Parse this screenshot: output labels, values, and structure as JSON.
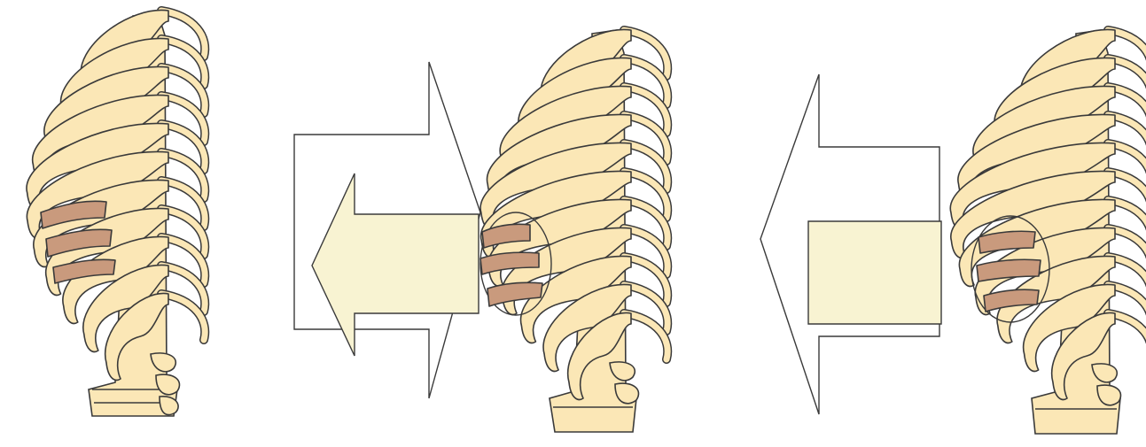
{
  "colors": {
    "rib": "#fbe7b6",
    "fracture": "#c99a7d",
    "arrow": "#f8f3d2",
    "outline": "#3a3a3a",
    "background": "#ffffff"
  },
  "panels": [
    {
      "name": "intact-with-fractures",
      "fractured_ribs": 3,
      "segment_detached": false
    },
    {
      "name": "flail-segment-inward",
      "fractured_ribs": 3,
      "segment_detached": true
    },
    {
      "name": "flail-segment-outward",
      "fractured_ribs": 3,
      "segment_detached": true
    }
  ]
}
